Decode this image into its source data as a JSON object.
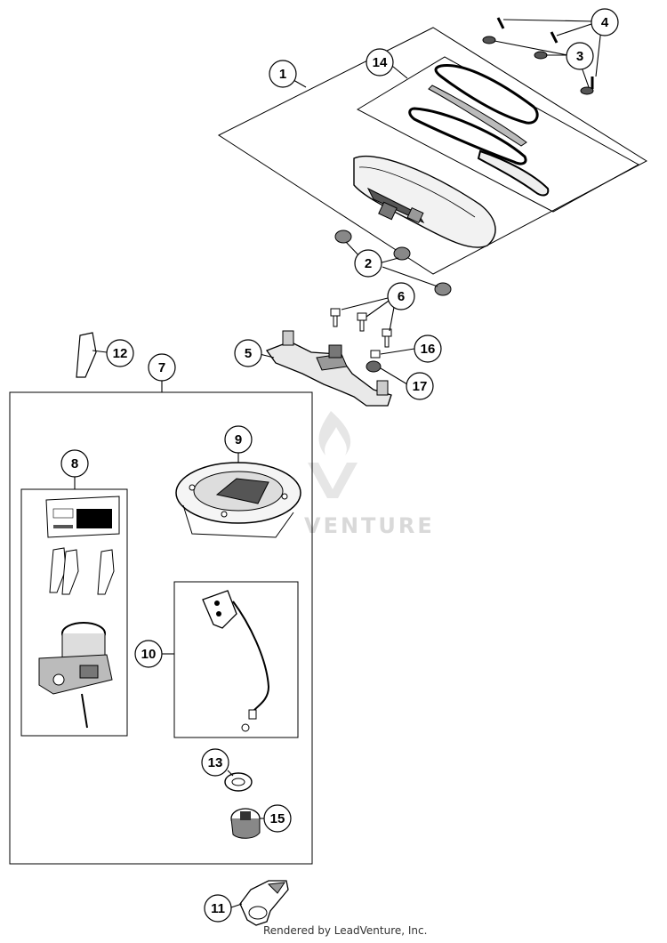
{
  "callouts": [
    {
      "id": "callout-1",
      "label": "1"
    },
    {
      "id": "callout-2",
      "label": "2"
    },
    {
      "id": "callout-3",
      "label": "3"
    },
    {
      "id": "callout-4",
      "label": "4"
    },
    {
      "id": "callout-5",
      "label": "5"
    },
    {
      "id": "callout-6",
      "label": "6"
    },
    {
      "id": "callout-7",
      "label": "7"
    },
    {
      "id": "callout-8",
      "label": "8"
    },
    {
      "id": "callout-9",
      "label": "9"
    },
    {
      "id": "callout-10",
      "label": "10"
    },
    {
      "id": "callout-11",
      "label": "11"
    },
    {
      "id": "callout-12",
      "label": "12"
    },
    {
      "id": "callout-13",
      "label": "13"
    },
    {
      "id": "callout-14",
      "label": "14"
    },
    {
      "id": "callout-15",
      "label": "15"
    },
    {
      "id": "callout-16",
      "label": "16"
    },
    {
      "id": "callout-17",
      "label": "17"
    }
  ],
  "watermark": {
    "text": "VENTURE"
  },
  "footer": {
    "credit": "Rendered by LeadVenture, Inc."
  }
}
